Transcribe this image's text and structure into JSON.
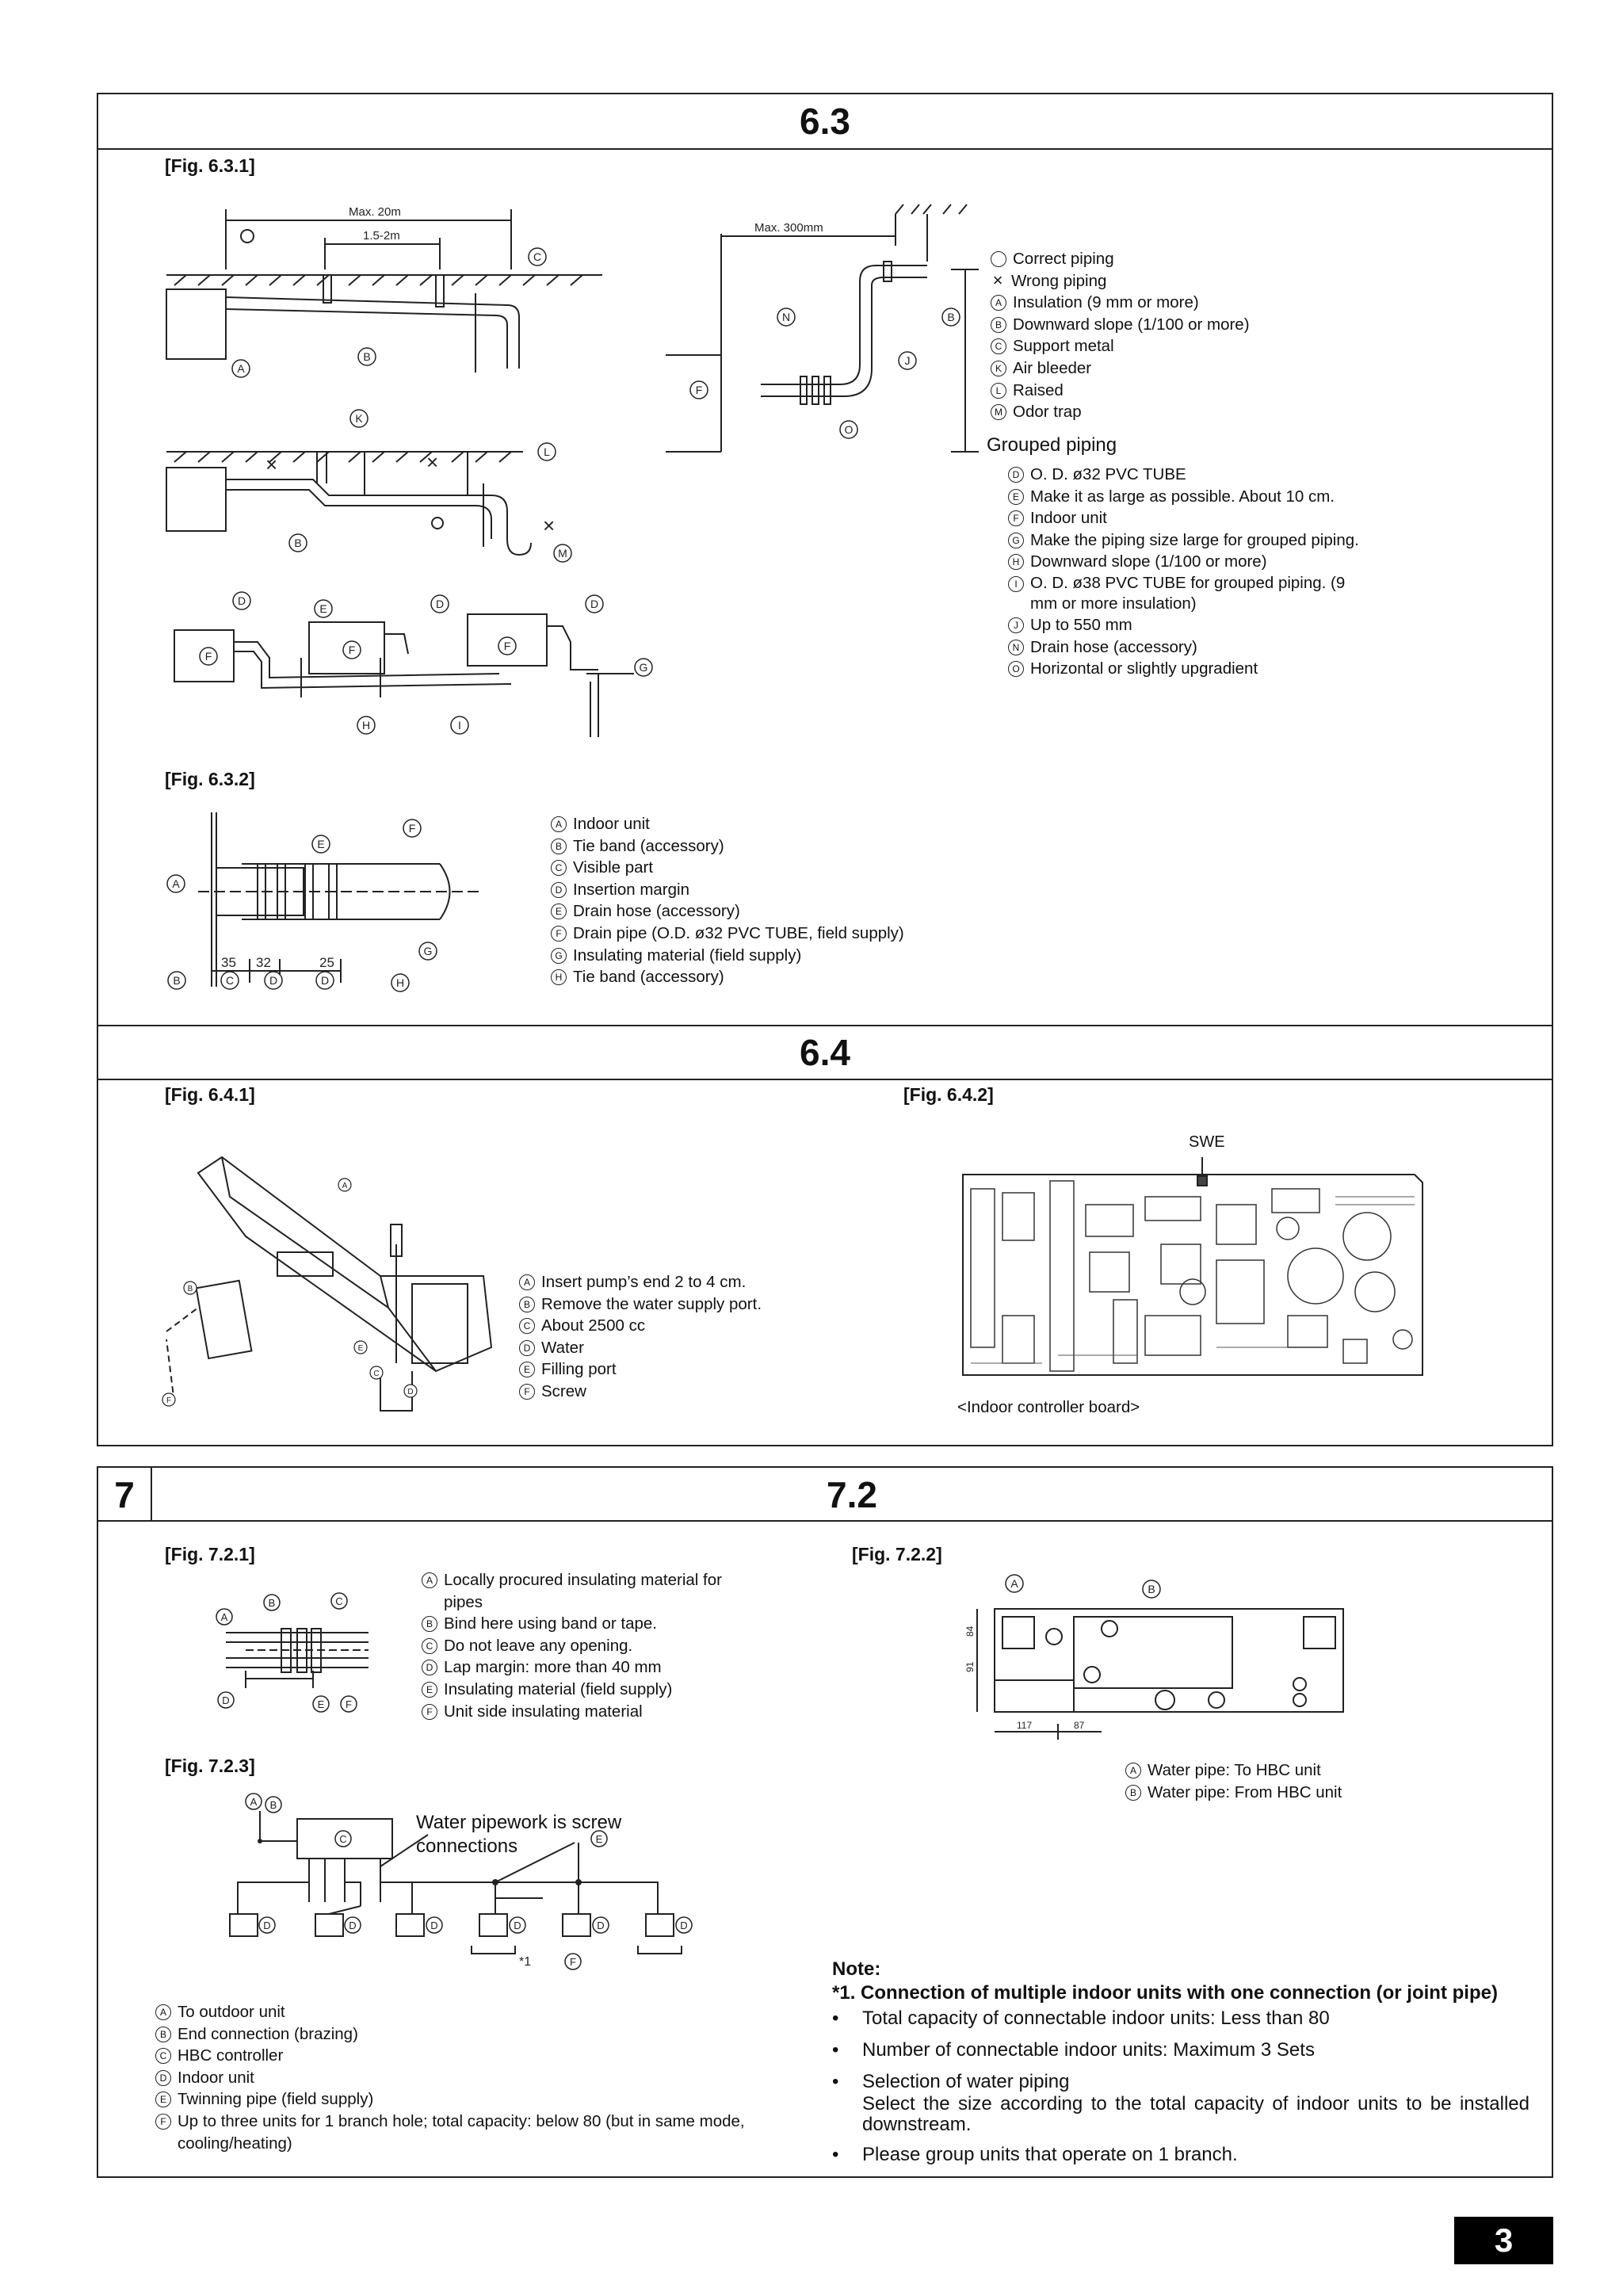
{
  "sections": {
    "s63": "6.3",
    "s64": "6.4",
    "s7": "7",
    "s72": "7.2"
  },
  "fig631": {
    "label": "[Fig. 6.3.1]",
    "dims": {
      "max20": "Max. 20m",
      "range": "1.5-2m",
      "max300": "Max. 300mm"
    },
    "legend": [
      {
        "mark": "○",
        "text": "Correct piping"
      },
      {
        "mark": "×",
        "text": "Wrong piping"
      },
      {
        "mark": "A",
        "text": "Insulation (9 mm or more)"
      },
      {
        "mark": "B",
        "text": "Downward slope (1/100 or more)"
      },
      {
        "mark": "C",
        "text": "Support metal"
      },
      {
        "mark": "K",
        "text": "Air bleeder"
      },
      {
        "mark": "L",
        "text": "Raised"
      },
      {
        "mark": "M",
        "text": "Odor trap"
      }
    ],
    "grouped_title": "Grouped piping",
    "grouped": [
      {
        "mark": "D",
        "text": "O. D. ø32 PVC TUBE"
      },
      {
        "mark": "E",
        "text": "Make it as large as possible. About 10 cm."
      },
      {
        "mark": "F",
        "text": "Indoor unit"
      },
      {
        "mark": "G",
        "text": "Make the piping size large for grouped piping."
      },
      {
        "mark": "H",
        "text": "Downward slope (1/100 or more)"
      },
      {
        "mark": "I",
        "text": "O. D. ø38 PVC TUBE for grouped piping. (9 mm or more insulation)"
      },
      {
        "mark": "J",
        "text": "Up to 550 mm"
      },
      {
        "mark": "N",
        "text": "Drain hose (accessory)"
      },
      {
        "mark": "O",
        "text": "Horizontal or slightly upgradient"
      }
    ]
  },
  "fig632": {
    "label": "[Fig. 6.3.2]",
    "dims": [
      "35",
      "32",
      "25"
    ],
    "legend": [
      {
        "mark": "A",
        "text": "Indoor unit"
      },
      {
        "mark": "B",
        "text": "Tie band (accessory)"
      },
      {
        "mark": "C",
        "text": "Visible part"
      },
      {
        "mark": "D",
        "text": "Insertion margin"
      },
      {
        "mark": "E",
        "text": "Drain hose (accessory)"
      },
      {
        "mark": "F",
        "text": "Drain pipe (O.D. ø32 PVC TUBE, field supply)"
      },
      {
        "mark": "G",
        "text": "Insulating material (field supply)"
      },
      {
        "mark": "H",
        "text": "Tie band (accessory)"
      }
    ]
  },
  "fig641": {
    "label": "[Fig. 6.4.1]",
    "legend": [
      {
        "mark": "A",
        "text": "Insert pump’s end 2 to 4 cm."
      },
      {
        "mark": "B",
        "text": "Remove the water supply port."
      },
      {
        "mark": "C",
        "text": "About 2500 cc"
      },
      {
        "mark": "D",
        "text": "Water"
      },
      {
        "mark": "E",
        "text": "Filling port"
      },
      {
        "mark": "F",
        "text": "Screw"
      }
    ]
  },
  "fig642": {
    "label": "[Fig. 6.4.2]",
    "swe": "SWE",
    "caption": "<Indoor controller board>"
  },
  "fig721": {
    "label": "[Fig. 7.2.1]",
    "legend": [
      {
        "mark": "A",
        "text": "Locally procured insulating material for pipes"
      },
      {
        "mark": "B",
        "text": "Bind here using band or tape."
      },
      {
        "mark": "C",
        "text": "Do not leave any opening."
      },
      {
        "mark": "D",
        "text": "Lap margin: more than 40 mm"
      },
      {
        "mark": "E",
        "text": "Insulating material (field supply)"
      },
      {
        "mark": "F",
        "text": "Unit side insulating material"
      }
    ]
  },
  "fig722": {
    "label": "[Fig. 7.2.2]",
    "dims": [
      "84",
      "91",
      "117",
      "87"
    ],
    "legend": [
      {
        "mark": "A",
        "text": "Water pipe: To HBC unit"
      },
      {
        "mark": "B",
        "text": "Water pipe: From HBC unit"
      }
    ]
  },
  "fig723": {
    "label": "[Fig. 7.2.3]",
    "callout": "Water pipework is screw connections",
    "star": "*1",
    "legend": [
      {
        "mark": "A",
        "text": "To outdoor unit"
      },
      {
        "mark": "B",
        "text": "End connection (brazing)"
      },
      {
        "mark": "C",
        "text": "HBC controller"
      },
      {
        "mark": "D",
        "text": "Indoor unit"
      },
      {
        "mark": "E",
        "text": "Twinning pipe (field supply)"
      },
      {
        "mark": "F",
        "text": "Up to three units for 1 branch hole; total capacity: below 80 (but in same mode, cooling/heating)"
      }
    ]
  },
  "note": {
    "title": "Note:",
    "heading": "*1. Connection of multiple indoor units with one connection (or joint pipe)",
    "bullets": [
      "Total capacity of connectable indoor units: Less than 80",
      "Number of connectable indoor units: Maximum 3 Sets",
      "Selection of water piping",
      "Please group units that operate on 1 branch."
    ],
    "sub": "Select the size according to the total capacity of indoor units to be installed downstream."
  },
  "page_number": "3"
}
